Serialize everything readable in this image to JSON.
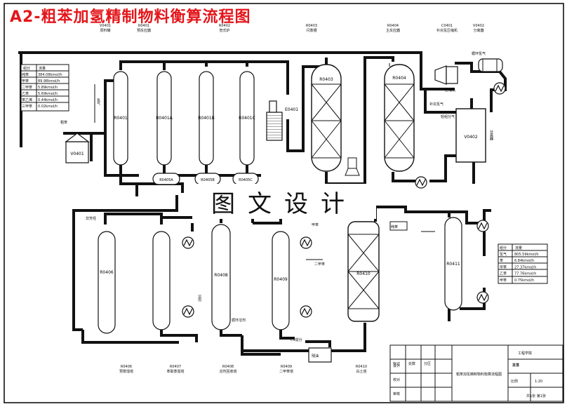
{
  "title": "A2-粗苯加氢精制物料衡算流程图",
  "watermark": "图文设计",
  "top_labels": [
    {
      "code": "V0401",
      "name": "原料罐"
    },
    {
      "code": "R0401",
      "name": "预反应器"
    },
    {
      "code": "R0402",
      "name": "管式炉"
    },
    {
      "code": "R0403",
      "name": "闪蒸槽"
    },
    {
      "code": "R0404",
      "name": "主反应器"
    },
    {
      "code": "C0401",
      "name": "补充氢压缩机"
    },
    {
      "code": "V0402",
      "name": "分离器"
    }
  ],
  "bottom_labels": [
    {
      "code": "R0406",
      "name": "预蒸馏塔"
    },
    {
      "code": "R0407",
      "name": "萃取蒸馏塔"
    },
    {
      "code": "R0408",
      "name": "溶剂回收塔"
    },
    {
      "code": "R0409",
      "name": "二甲苯塔"
    },
    {
      "code": "R0410",
      "name": "白土塔"
    }
  ],
  "vessels": {
    "v0401": "V0401",
    "r0401": "R0401",
    "r0401a": "R0401A",
    "r0401b": "R0401B",
    "r0401c": "R0401C",
    "e0401": "E0401",
    "r0403": "R0403",
    "r0404": "R0404",
    "v0402": "V0402",
    "r0405a": "R0405A",
    "r0405b": "R0405B",
    "r0405c": "R0405C",
    "r0406": "R0406",
    "r0408": "R0408",
    "r0409": "R0409",
    "r0410": "R0410",
    "r0411": "R0411"
  },
  "stream_labels": {
    "crude": "粗苯",
    "hydrogen": "氢气",
    "compressor": "压缩机",
    "cycle_gas": "循环氢气",
    "makeup_h2": "补充氢气",
    "separator": "分离器",
    "light_gas": "轻组分气",
    "benzene": "纯苯",
    "toluene": "甲苯",
    "xylene": "二甲苯",
    "c9": "C9馏分",
    "raffinate": "非芳烃",
    "solvent": "溶剂",
    "recycle_solvent": "循环溶剂",
    "tail": "残油"
  },
  "table_left": {
    "headers": [
      "组分",
      "流量"
    ],
    "rows": [
      [
        "纯苯",
        "384.08kmol/h"
      ],
      [
        "甲苯",
        "89.98kmol/h"
      ],
      [
        "二甲苯",
        "5.89kmol/h"
      ],
      [
        "乙苯",
        "5.69kmol/h"
      ],
      [
        "苯乙烯",
        "0.44kmol/h"
      ],
      [
        "三甲苯",
        "0.02kmol/h"
      ]
    ]
  },
  "table_right": {
    "headers": [
      "组分",
      "流量"
    ],
    "rows": [
      [
        "氢气",
        "805.59kmol/h"
      ],
      [
        "苯",
        "6.84kmol/h"
      ],
      [
        "甲苯",
        "27.37kmol/h"
      ],
      [
        "乙苯",
        "77.76kmol/h"
      ],
      [
        "甲苯",
        "0.75kmol/h"
      ]
    ]
  },
  "title_block": {
    "school": "工程学院",
    "drawing_name": "粗苯加氢精制物料衡算流程图",
    "labels": [
      "标记",
      "处数",
      "分区",
      "设计",
      "校对",
      "审核",
      "工艺",
      "批准"
    ],
    "scale_label": "比例",
    "scale": "1:20",
    "sheet": "共1张 第1张"
  }
}
